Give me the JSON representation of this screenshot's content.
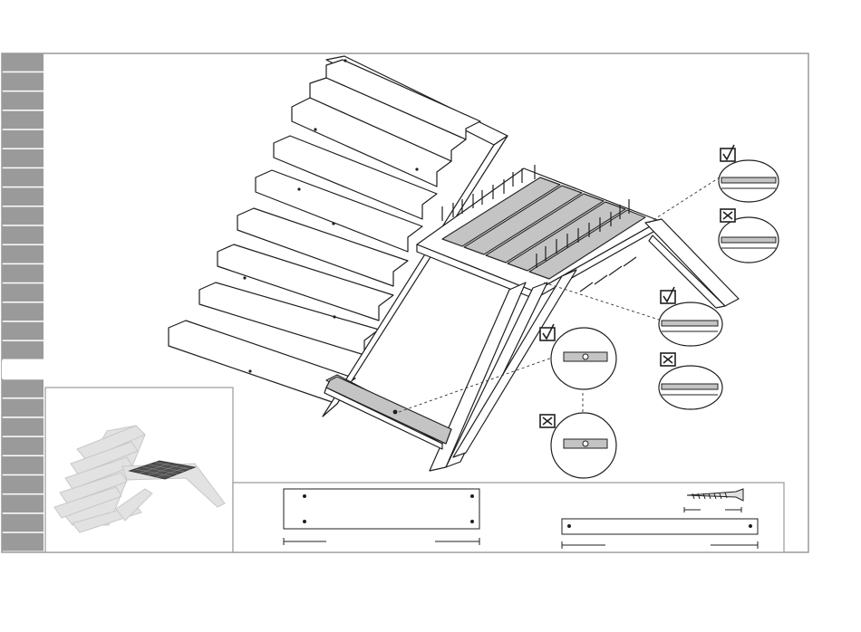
{
  "page": {
    "background": "#ffffff",
    "frame_color": "#9a9a9a",
    "tab_color": "#9a9a9a",
    "highlight_color": "#c4c4c4"
  },
  "sidebar": {
    "tab_count": 26,
    "active_tab_index": 16
  },
  "steps": {
    "detail_correct": [
      {
        "icon": "check-box-icon",
        "result": "correct"
      },
      {
        "icon": "check-box-icon",
        "result": "correct"
      },
      {
        "icon": "check-box-icon",
        "result": "correct"
      }
    ],
    "detail_wrong": [
      {
        "icon": "cross-box-icon",
        "result": "wrong"
      },
      {
        "icon": "cross-box-icon",
        "result": "wrong"
      },
      {
        "icon": "cross-box-icon",
        "result": "wrong"
      }
    ]
  },
  "parts": [
    {
      "name": "wide-board",
      "icon": "board-icon"
    },
    {
      "name": "screw",
      "icon": "screw-icon"
    },
    {
      "name": "narrow-board",
      "icon": "batten-icon"
    }
  ]
}
